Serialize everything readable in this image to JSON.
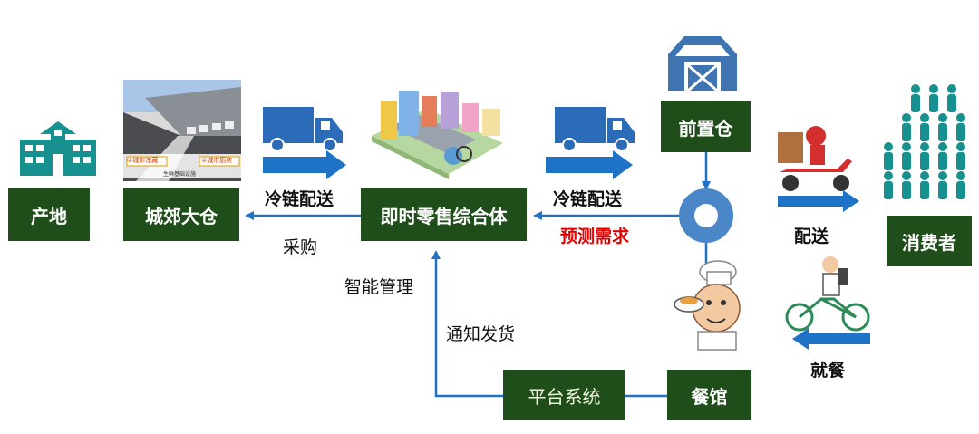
{
  "nodes": {
    "origin": "产地",
    "suburban_warehouse": "城郊大仓",
    "instant_retail_hub": "即时零售综合体",
    "front_warehouse": "前置仓",
    "consumers": "消费者",
    "platform_system": "平台系统",
    "restaurant": "餐馆"
  },
  "labels": {
    "cold_chain_1": "冷链配送",
    "cold_chain_2": "冷链配送",
    "purchase": "采购",
    "forecast_demand": "预测需求",
    "smart_management": "智能管理",
    "notify_shipping": "通知发货",
    "delivery": "配送",
    "dine": "就餐"
  },
  "photo_text": {
    "left_sign": "①城市冻藏",
    "right_sign": "②城市厨房",
    "caption": "生鲜基础设施"
  },
  "colors": {
    "box_green": "#1f4e1a",
    "arrow_blue": "#1f73c6",
    "red_text": "#e00000",
    "icon_teal": "#16918f"
  }
}
